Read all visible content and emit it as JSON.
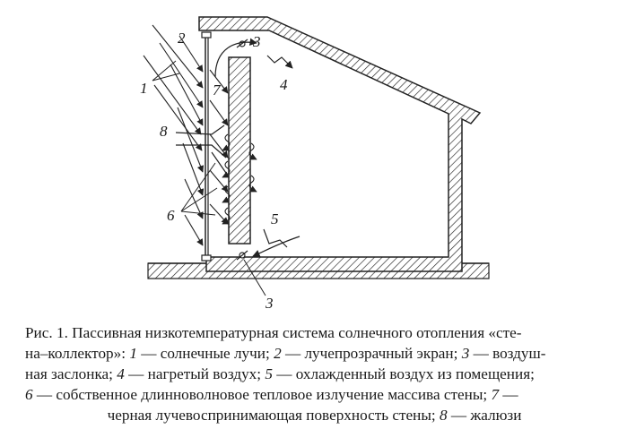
{
  "diagram": {
    "labels": {
      "screen": "2",
      "damper_top": "3",
      "rays": "1",
      "heated_air": "4",
      "absorber": "7",
      "blinds": "8",
      "radiation": "6",
      "cooled_air": "5",
      "damper_bottom": "3"
    }
  },
  "caption": {
    "l1": {
      "pre": "Рис. 1. Пассивная низкотемпературная система солнечного отопления «сте-"
    },
    "l2": {
      "pre": "на–коллектор»: ",
      "n1": "1",
      "t1": " — солнечные лучи; ",
      "n2": "2",
      "t2": " — лучепрозрачный экран; ",
      "n3": "3",
      "t3": " — воздуш-"
    },
    "l3": {
      "pre": "ная заслонка; ",
      "n1": "4",
      "t1": " — нагретый воздух; ",
      "n2": "5",
      "t2": " — охлажденный воздух из помещения;"
    },
    "l4": {
      "n1": "6",
      "t1": " — собственное длинноволновое тепловое излучение массива стены; ",
      "n2": "7",
      "t2": " —"
    },
    "l5": {
      "pre": "черная лучевоспринимающая поверхность стены; ",
      "n1": "8",
      "t1": " — жалюзи"
    }
  }
}
